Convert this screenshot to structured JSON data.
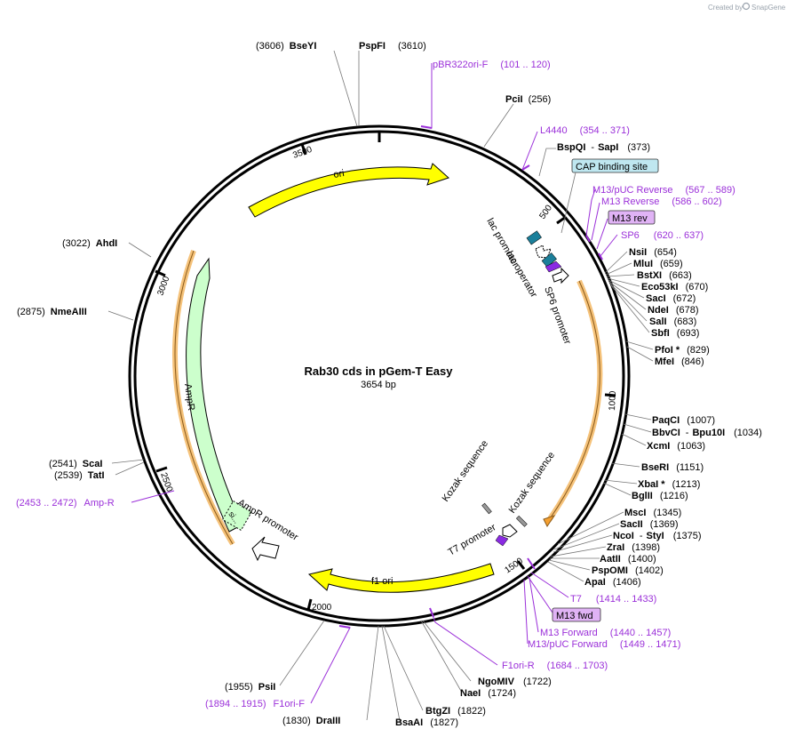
{
  "header": {
    "created_by": "Created by",
    "brand": "SnapGene"
  },
  "plasmid": {
    "name": "Rab30 cds in pGem-T Easy",
    "length": "3654 bp"
  },
  "ticks": [
    "500",
    "1000",
    "1500",
    "2000",
    "2500",
    "3000",
    "3500"
  ],
  "colors": {
    "ori": "#ffff00",
    "ampr": "#ccffcc",
    "orange": "#f5c27a",
    "primer": "#9b30d9",
    "teal": "#1b7f9a",
    "cap": "#bfe7f0"
  },
  "sites_right": [
    {
      "pos": "(256)",
      "name": "PciI"
    },
    {
      "pos": "(373)",
      "name": "BspQI",
      "name2": "SapI"
    },
    {
      "pos": "(654)",
      "name": "NsiI"
    },
    {
      "pos": "(659)",
      "name": "MluI"
    },
    {
      "pos": "(663)",
      "name": "BstXI"
    },
    {
      "pos": "(670)",
      "name": "Eco53kI"
    },
    {
      "pos": "(672)",
      "name": "SacI"
    },
    {
      "pos": "(678)",
      "name": "NdeI"
    },
    {
      "pos": "(683)",
      "name": "SalI"
    },
    {
      "pos": "(693)",
      "name": "SbfI"
    },
    {
      "pos": "(829)",
      "name": "PfoI *"
    },
    {
      "pos": "(846)",
      "name": "MfeI"
    },
    {
      "pos": "(1007)",
      "name": "PaqCI"
    },
    {
      "pos": "(1034)",
      "name": "BbvCI",
      "name2": "Bpu10I"
    },
    {
      "pos": "(1063)",
      "name": "XcmI"
    },
    {
      "pos": "(1151)",
      "name": "BseRI"
    },
    {
      "pos": "(1213)",
      "name": "XbaI *"
    },
    {
      "pos": "(1216)",
      "name": "BglII"
    },
    {
      "pos": "(1345)",
      "name": "MscI"
    },
    {
      "pos": "(1369)",
      "name": "SacII"
    },
    {
      "pos": "(1375)",
      "name": "NcoI",
      "name2": "StyI"
    },
    {
      "pos": "(1398)",
      "name": "ZraI"
    },
    {
      "pos": "(1400)",
      "name": "AatII"
    },
    {
      "pos": "(1402)",
      "name": "PspOMI"
    },
    {
      "pos": "(1406)",
      "name": "ApaI"
    }
  ],
  "sites_left": [
    {
      "pos": "(3606)",
      "name": "BseYI"
    },
    {
      "pos": "(3610)",
      "name": "PspFI"
    },
    {
      "pos": "(3022)",
      "name": "AhdI"
    },
    {
      "pos": "(2875)",
      "name": "NmeAIII"
    },
    {
      "pos": "(2541)",
      "name": "ScaI"
    },
    {
      "pos": "(2539)",
      "name": "TatI"
    }
  ],
  "sites_bottom": [
    {
      "pos": "(1722)",
      "name": "NgoMIV"
    },
    {
      "pos": "(1724)",
      "name": "NaeI"
    },
    {
      "pos": "(1822)",
      "name": "BtgZI"
    },
    {
      "pos": "(1827)",
      "name": "BsaAI"
    },
    {
      "pos": "(1830)",
      "name": "DraIII"
    },
    {
      "pos": "(1955)",
      "name": "PsiI"
    }
  ],
  "primers": [
    {
      "name": "pBR322ori-F",
      "range": "(101 .. 120)"
    },
    {
      "name": "L4440",
      "range": "(354 .. 371)"
    },
    {
      "name": "M13/pUC Reverse",
      "range": "(567 .. 589)"
    },
    {
      "name": "M13 Reverse",
      "range": "(586 .. 602)"
    },
    {
      "name": "SP6",
      "range": "(620 .. 637)"
    },
    {
      "name": "T7",
      "range": "(1414 .. 1433)"
    },
    {
      "name": "M13 Forward",
      "range": "(1440 .. 1457)"
    },
    {
      "name": "M13/pUC Forward",
      "range": "(1449 .. 1471)"
    },
    {
      "name": "F1ori-R",
      "range": "(1684 .. 1703)"
    },
    {
      "name": "F1ori-F",
      "range": "(1894 .. 1915)"
    },
    {
      "name": "Amp-R",
      "range": "(2453 .. 2472)"
    }
  ],
  "boxes": {
    "cap": "CAP binding site",
    "m13rev": "M13 rev",
    "m13fwd": "M13 fwd"
  },
  "features": {
    "ori": "ori",
    "ampr": "AmpR",
    "ampr_promoter": "AmpR promoter",
    "f1ori": "f1 ori",
    "lac_promoter": "lac promoter",
    "lac_operator": "lac operator",
    "sp6_promoter": "SP6 promoter",
    "t7_promoter": "T7 promoter",
    "kozak1": "Kozak sequence",
    "kozak2": "Kozak sequence",
    "si": "si..."
  }
}
